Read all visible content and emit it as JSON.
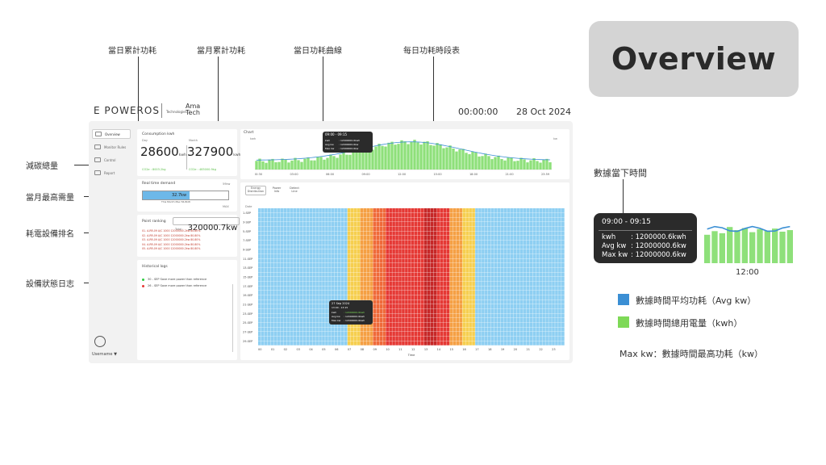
{
  "annotations": {
    "top": {
      "daily_total": "當日累計功耗",
      "monthly_total": "當月累計功耗",
      "daily_curve": "當日功耗曲線",
      "daily_period_table": "每日功耗時段表"
    },
    "left": {
      "carbon_reduction": "減碳總量",
      "monthly_peak_demand": "當月最高需量",
      "equipment_ranking": "耗電設備排名",
      "equipment_log": "設備狀態日志"
    }
  },
  "overview_title": "Overview",
  "header": {
    "brand_e": "E",
    "brand_power": "POWER",
    "brand_os": "OS",
    "partner_sub": "Technologies",
    "partner_name_1": "Ama",
    "partner_name_2": "Tech",
    "time": "00:00:00",
    "date": "28 Oct 2024"
  },
  "sidebar": {
    "items": [
      {
        "label": "Overview"
      },
      {
        "label": "Monitor Rules"
      },
      {
        "label": "Control"
      },
      {
        "label": "Report"
      }
    ],
    "username": "Username",
    "username_caret": "▼"
  },
  "consumption": {
    "title": "Consumption kwh",
    "day_label": "Day",
    "month_label": "Month",
    "day_value": "28600",
    "month_value": "327900",
    "unit": "kwh",
    "day_co2": "CO2e : 8003.2kg",
    "month_co2": "CO2e : 483000.9kg"
  },
  "demand": {
    "title": "Real time demand",
    "right_label": "59kw",
    "value": "32.7kw",
    "month_max": "This Month Max 56.8kW",
    "max_label": "MAX",
    "fraction": 0.55
  },
  "ranking": {
    "title": "Point ranking",
    "total_label": "Total :",
    "total_value": "320000.7kw",
    "rows": [
      {
        "id": "01. A-RR-09",
        "type": "A/C 1000",
        "value": "12000000.2kw",
        "pct": "80.80%"
      },
      {
        "id": "02. A-RR-09",
        "type": "A/C 1000",
        "value": "12000000.2kw",
        "pct": "80.80%"
      },
      {
        "id": "03. A-RR-09",
        "type": "A/C 1000",
        "value": "12000000.2kw",
        "pct": "80.80%"
      },
      {
        "id": "04. A-RR-09",
        "type": "A/C 1000",
        "value": "12000000.2kw",
        "pct": "80.80%"
      },
      {
        "id": "05. A-RR-09",
        "type": "A/C 1000",
        "value": "12000000.2kw",
        "pct": "80.80%"
      }
    ]
  },
  "logs": {
    "title": "Historical logs",
    "rows": [
      {
        "date": "30 - SEP",
        "text": "Save more power than reference",
        "color": "#2ecc40"
      },
      {
        "date": "26 - SEP",
        "text": "Save more power than reference",
        "color": "#e53935"
      }
    ]
  },
  "day_chart": {
    "title": "Chart",
    "y_left": "kwh",
    "y_right": "kw",
    "x_labels": [
      "00:30",
      "03:00",
      "06:00",
      "09:00",
      "12:00",
      "15:00",
      "18:00",
      "21:00",
      "23:59"
    ],
    "tooltip": {
      "time": "09:00 - 09:15",
      "kwh_label": "kwh",
      "kwh_value": ": 12000000.6kwh",
      "avg_label": "Avg kw",
      "avg_value": ": 12000000.6kw",
      "max_label": "Max kw",
      "max_value": ": 12000000.6kw"
    }
  },
  "heatmap": {
    "tabs": [
      "Energy Distribution",
      "Power Info",
      "Detect Line"
    ],
    "y_title": "Date",
    "x_title": "Time",
    "rows": [
      "1-SEP",
      "3-SEP",
      "5-SEP",
      "7-SEP",
      "9-SEP",
      "11-SEP",
      "13-SEP",
      "15-SEP",
      "17-SEP",
      "19-SEP",
      "21-SEP",
      "23-SEP",
      "25-SEP",
      "27-SEP",
      "29-SEP"
    ],
    "x_labels": [
      "00",
      "01",
      "02",
      "03",
      "04",
      "05",
      "06",
      "07",
      "08",
      "09",
      "10",
      "11",
      "12",
      "13",
      "14",
      "15",
      "16",
      "17",
      "18",
      "19",
      "20",
      "21",
      "22",
      "23"
    ],
    "tooltip": {
      "date": "27 Sep 2024",
      "time": "13:00 - 13:15",
      "kwh_label": "kwh",
      "kwh_value": ": 12000000.6kwh",
      "avg_label": "Avg kw",
      "avg_value": ": 12000000.6kwh",
      "max_label": "Max kw",
      "max_value": ": 12000000.6kwh"
    },
    "colors": {
      "low": "#8ecff2",
      "mid": "#f6cf4f",
      "orange": "#f5a044",
      "deep_orange": "#ef6a3a",
      "red": "#e53935",
      "dark_red": "#c62828"
    }
  },
  "right_panel": {
    "title": "數據當下時間",
    "tooltip": {
      "time": "09:00 - 09:15",
      "kwh_label": "kwh",
      "kwh_value": ": 1200000.6kwh",
      "avg_label": "Avg kw",
      "avg_value": ": 12000000.6kw",
      "max_label": "Max kw",
      "max_value": ": 12000000.6kw"
    },
    "mini_axis": "12:00",
    "legend": [
      {
        "label": "數據時間平均功耗（Avg kw）",
        "color": "#3b8fd4"
      },
      {
        "label": "數據時間總用電量（kwh）",
        "color": "#7ed957"
      }
    ],
    "max_note": "Max kw：數據時間最高功耗（kw）"
  },
  "accent": {
    "green": "#7ed957",
    "blue": "#3b8fd4"
  }
}
